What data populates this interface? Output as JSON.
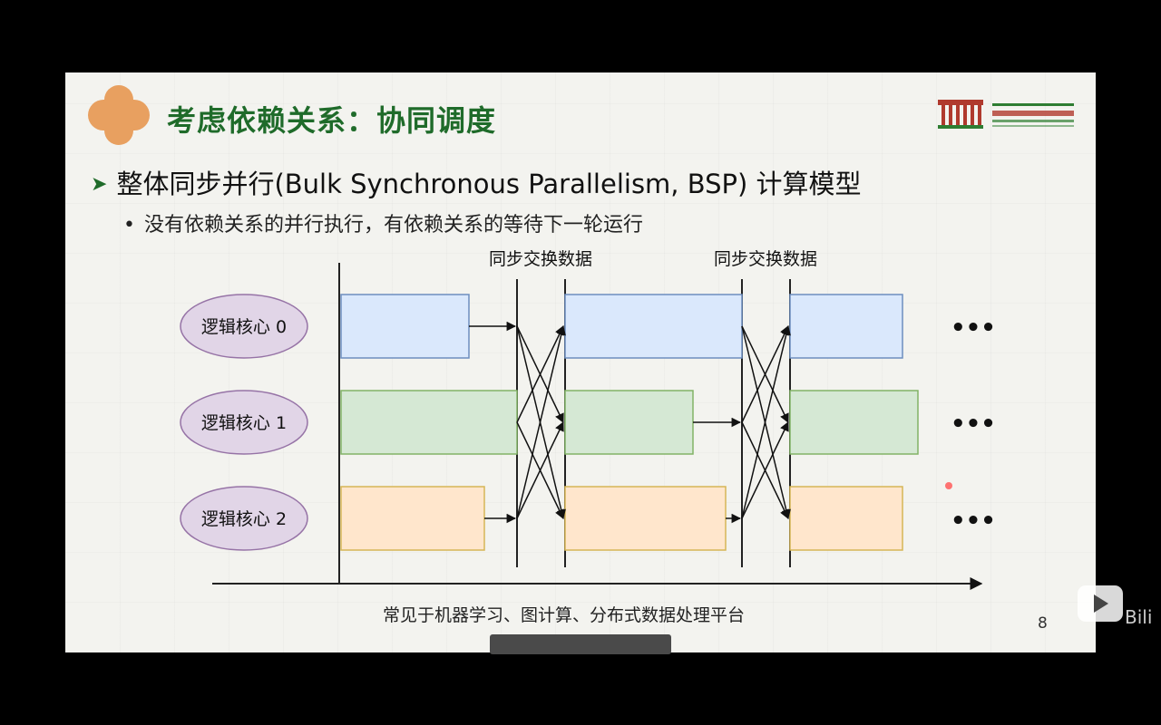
{
  "slide": {
    "title": "考虑依赖关系：协同调度",
    "bullet1": "整体同步并行(Bulk Synchronous Parallelism, BSP) 计算模型",
    "bullet2": "没有依赖关系的并行执行，有依赖关系的等待下一轮运行",
    "caption": "常见于机器学习、图计算、分布式数据处理平台",
    "page_number": "8"
  },
  "diagram": {
    "sync_labels": [
      "同步交换数据",
      "同步交换数据"
    ],
    "cores": [
      {
        "label": "逻辑核心 0",
        "color": "#dae8fc",
        "stroke": "#6c8ebf"
      },
      {
        "label": "逻辑核心 1",
        "color": "#d5e8d4",
        "stroke": "#82b366"
      },
      {
        "label": "逻辑核心 2",
        "color": "#ffe6cc",
        "stroke": "#d6b656"
      }
    ],
    "ellipsis": "•••",
    "core_ellipse_color": "#e1d5e7"
  },
  "colors": {
    "title": "#1f6b2a",
    "badge": "#e8a060"
  }
}
